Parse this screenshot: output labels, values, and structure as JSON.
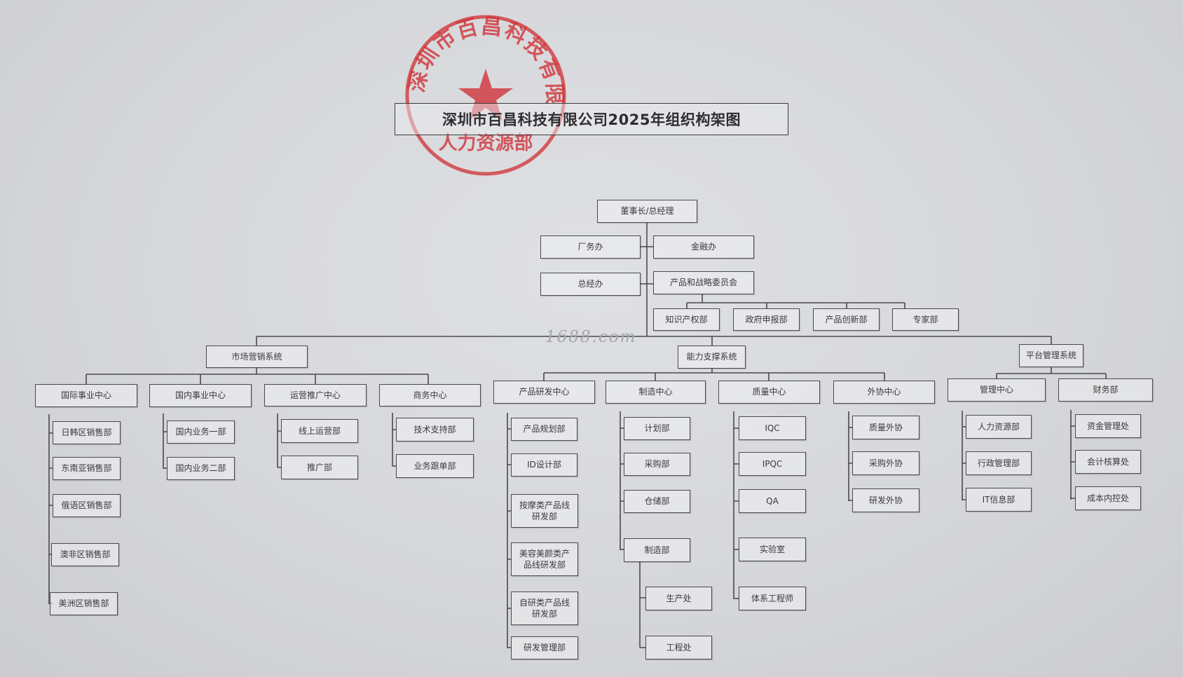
{
  "title": "深圳市百昌科技有限公司2025年组织构架图",
  "watermark": "1688.com",
  "seal": {
    "outer_text": "深圳市百昌科技有限公司",
    "inner_text": "人力资源部",
    "color": "#d0343a"
  },
  "colors": {
    "line": "#4a4a4e",
    "text": "#3a3a3e"
  },
  "nodes": {
    "ceo": "董事长/总经理",
    "factory_office": "厂务办",
    "finance_office": "金融办",
    "gm_office": "总经办",
    "strategy_committee": "产品和战略委员会",
    "ip_dept": "知识产权部",
    "gov_dept": "政府申报部",
    "innovation_dept": "产品创新部",
    "expert_dept": "专家部",
    "marketing_system": "市场营销系统",
    "capability_system": "能力支撑系统",
    "platform_system": "平台管理系统",
    "intl_center": "国际事业中心",
    "domestic_center": "国内事业中心",
    "ops_center": "运营推广中心",
    "biz_center": "商务中心",
    "rd_center": "产品研发中心",
    "mfg_center": "制造中心",
    "quality_center": "质量中心",
    "outsource_center": "外协中心",
    "mgmt_center": "管理中心",
    "finance_dept": "财务部",
    "jk_sales": "日韩区销售部",
    "sea_sales": "东南亚销售部",
    "ru_sales": "俄语区销售部",
    "af_sales": "澳非区销售部",
    "am_sales": "美洲区销售部",
    "dom1": "国内业务一部",
    "dom2": "国内业务二部",
    "online_ops": "线上运营部",
    "promo": "推广部",
    "tech_support": "技术支持部",
    "order_follow": "业务跟单部",
    "product_plan": "产品规划部",
    "id_design": "ID设计部",
    "massage_rd": "按摩类产品线\n研发部",
    "beauty_rd": "美容美颜类产\n品线研发部",
    "self_rd": "自研类产品线\n研发部",
    "rd_mgmt": "研发管理部",
    "plan_dept": "计划部",
    "purchase_dept": "采购部",
    "warehouse_dept": "仓储部",
    "mfg_dept": "制造部",
    "production": "生产处",
    "engineering": "工程处",
    "iqc": "IQC",
    "ipqc": "IPQC",
    "qa": "QA",
    "lab": "实验室",
    "system_eng": "体系工程师",
    "quality_out": "质量外协",
    "purchase_out": "采购外协",
    "rd_out": "研发外协",
    "hr": "人力资源部",
    "admin": "行政管理部",
    "it": "IT信息部",
    "fund_mgmt": "资金管理处",
    "accounting": "会计核算处",
    "cost_control": "成本内控处"
  }
}
